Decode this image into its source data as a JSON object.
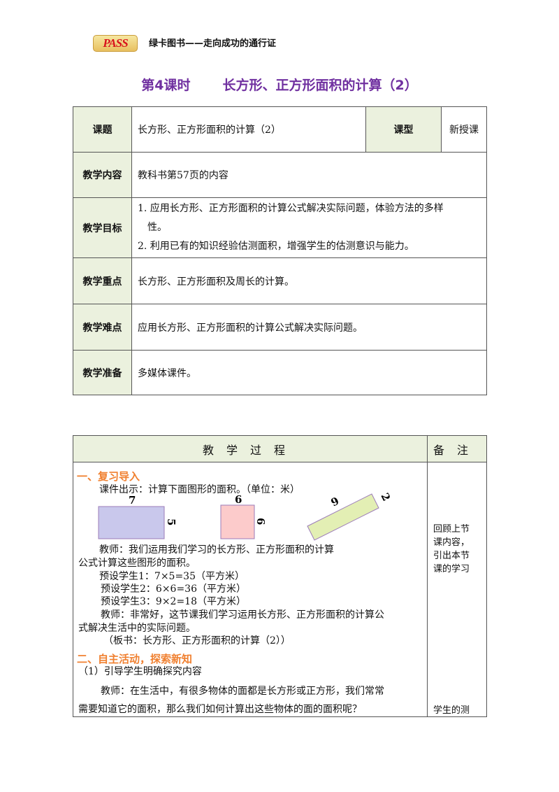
{
  "header": {
    "logo_text": "PASS",
    "slogan": "绿卡图书——走向成功的通行证"
  },
  "title": {
    "lesson": "第4课时",
    "topic": "长方形、正方形面积的计算（2）"
  },
  "info_table": {
    "topic_label": "课题",
    "topic_value": "长方形、正方形面积的计算（2）",
    "type_label": "课型",
    "type_value": "新授课",
    "rows": [
      {
        "label": "教学内容",
        "lines": [
          "教科书第57页的内容"
        ]
      },
      {
        "label": "教学目标",
        "lines": [
          "1. 应用长方形、正方形面积的计算公式解决实际问题，体验方法的多样",
          "性。",
          "2. 利用已有的知识经验估测面积，增强学生的估测意识与能力。"
        ]
      },
      {
        "label": "教学重点",
        "lines": [
          "长方形、正方形面积及周长的计算。"
        ]
      },
      {
        "label": "教学难点",
        "lines": [
          "应用长方形、正方形面积的计算公式解决实际问题。"
        ]
      },
      {
        "label": "教学准备",
        "lines": [
          "多媒体课件。"
        ]
      }
    ]
  },
  "process_table": {
    "header_process": "教学过程",
    "header_notes": "备注",
    "section1": "一、复习导入",
    "courseware": "课件出示：计算下面图形的面积。（单位：米）",
    "figure_labels": {
      "rect_width": "7",
      "rect_height": "5",
      "square_side": "6",
      "square_height": "6",
      "strip_length": "9",
      "strip_width": "2"
    },
    "figure_colors": {
      "rect": "#c9c8ec",
      "square": "#fccbcb",
      "strip": "#e3efb4"
    },
    "teacher1_a": "教师：我们运用我们学习的长方形、正方形面积的计算",
    "teacher1_b": "公式计算这些图形的面积。",
    "student1": "预设学生1：7×5=35（平方米）",
    "student2": "预设学生2：6×6=36（平方米）",
    "student3": "预设学生3：9×2=18（平方米）",
    "teacher2_a": "教师：非常好，这节课我们学习运用长方形、正方形面积的计算公",
    "teacher2_b": "式解决生活中的实际问题。",
    "board": "（板书：长方形、正方形面积的计算（2））",
    "section2": "二、自主活动，探索新知",
    "step1": "（1）引导学生明确探究内容",
    "teacher3_a": "教师：在生活中，有很多物体的面都是长方形或正方形，我们常常",
    "teacher3_b": "需要知道它的面积，那么我们如何计算出这些物体的面的面积呢？",
    "notes": [
      "回顾上节",
      "课内容，",
      "引出本节",
      "课的学习"
    ],
    "note_bottom": "学生的测"
  }
}
